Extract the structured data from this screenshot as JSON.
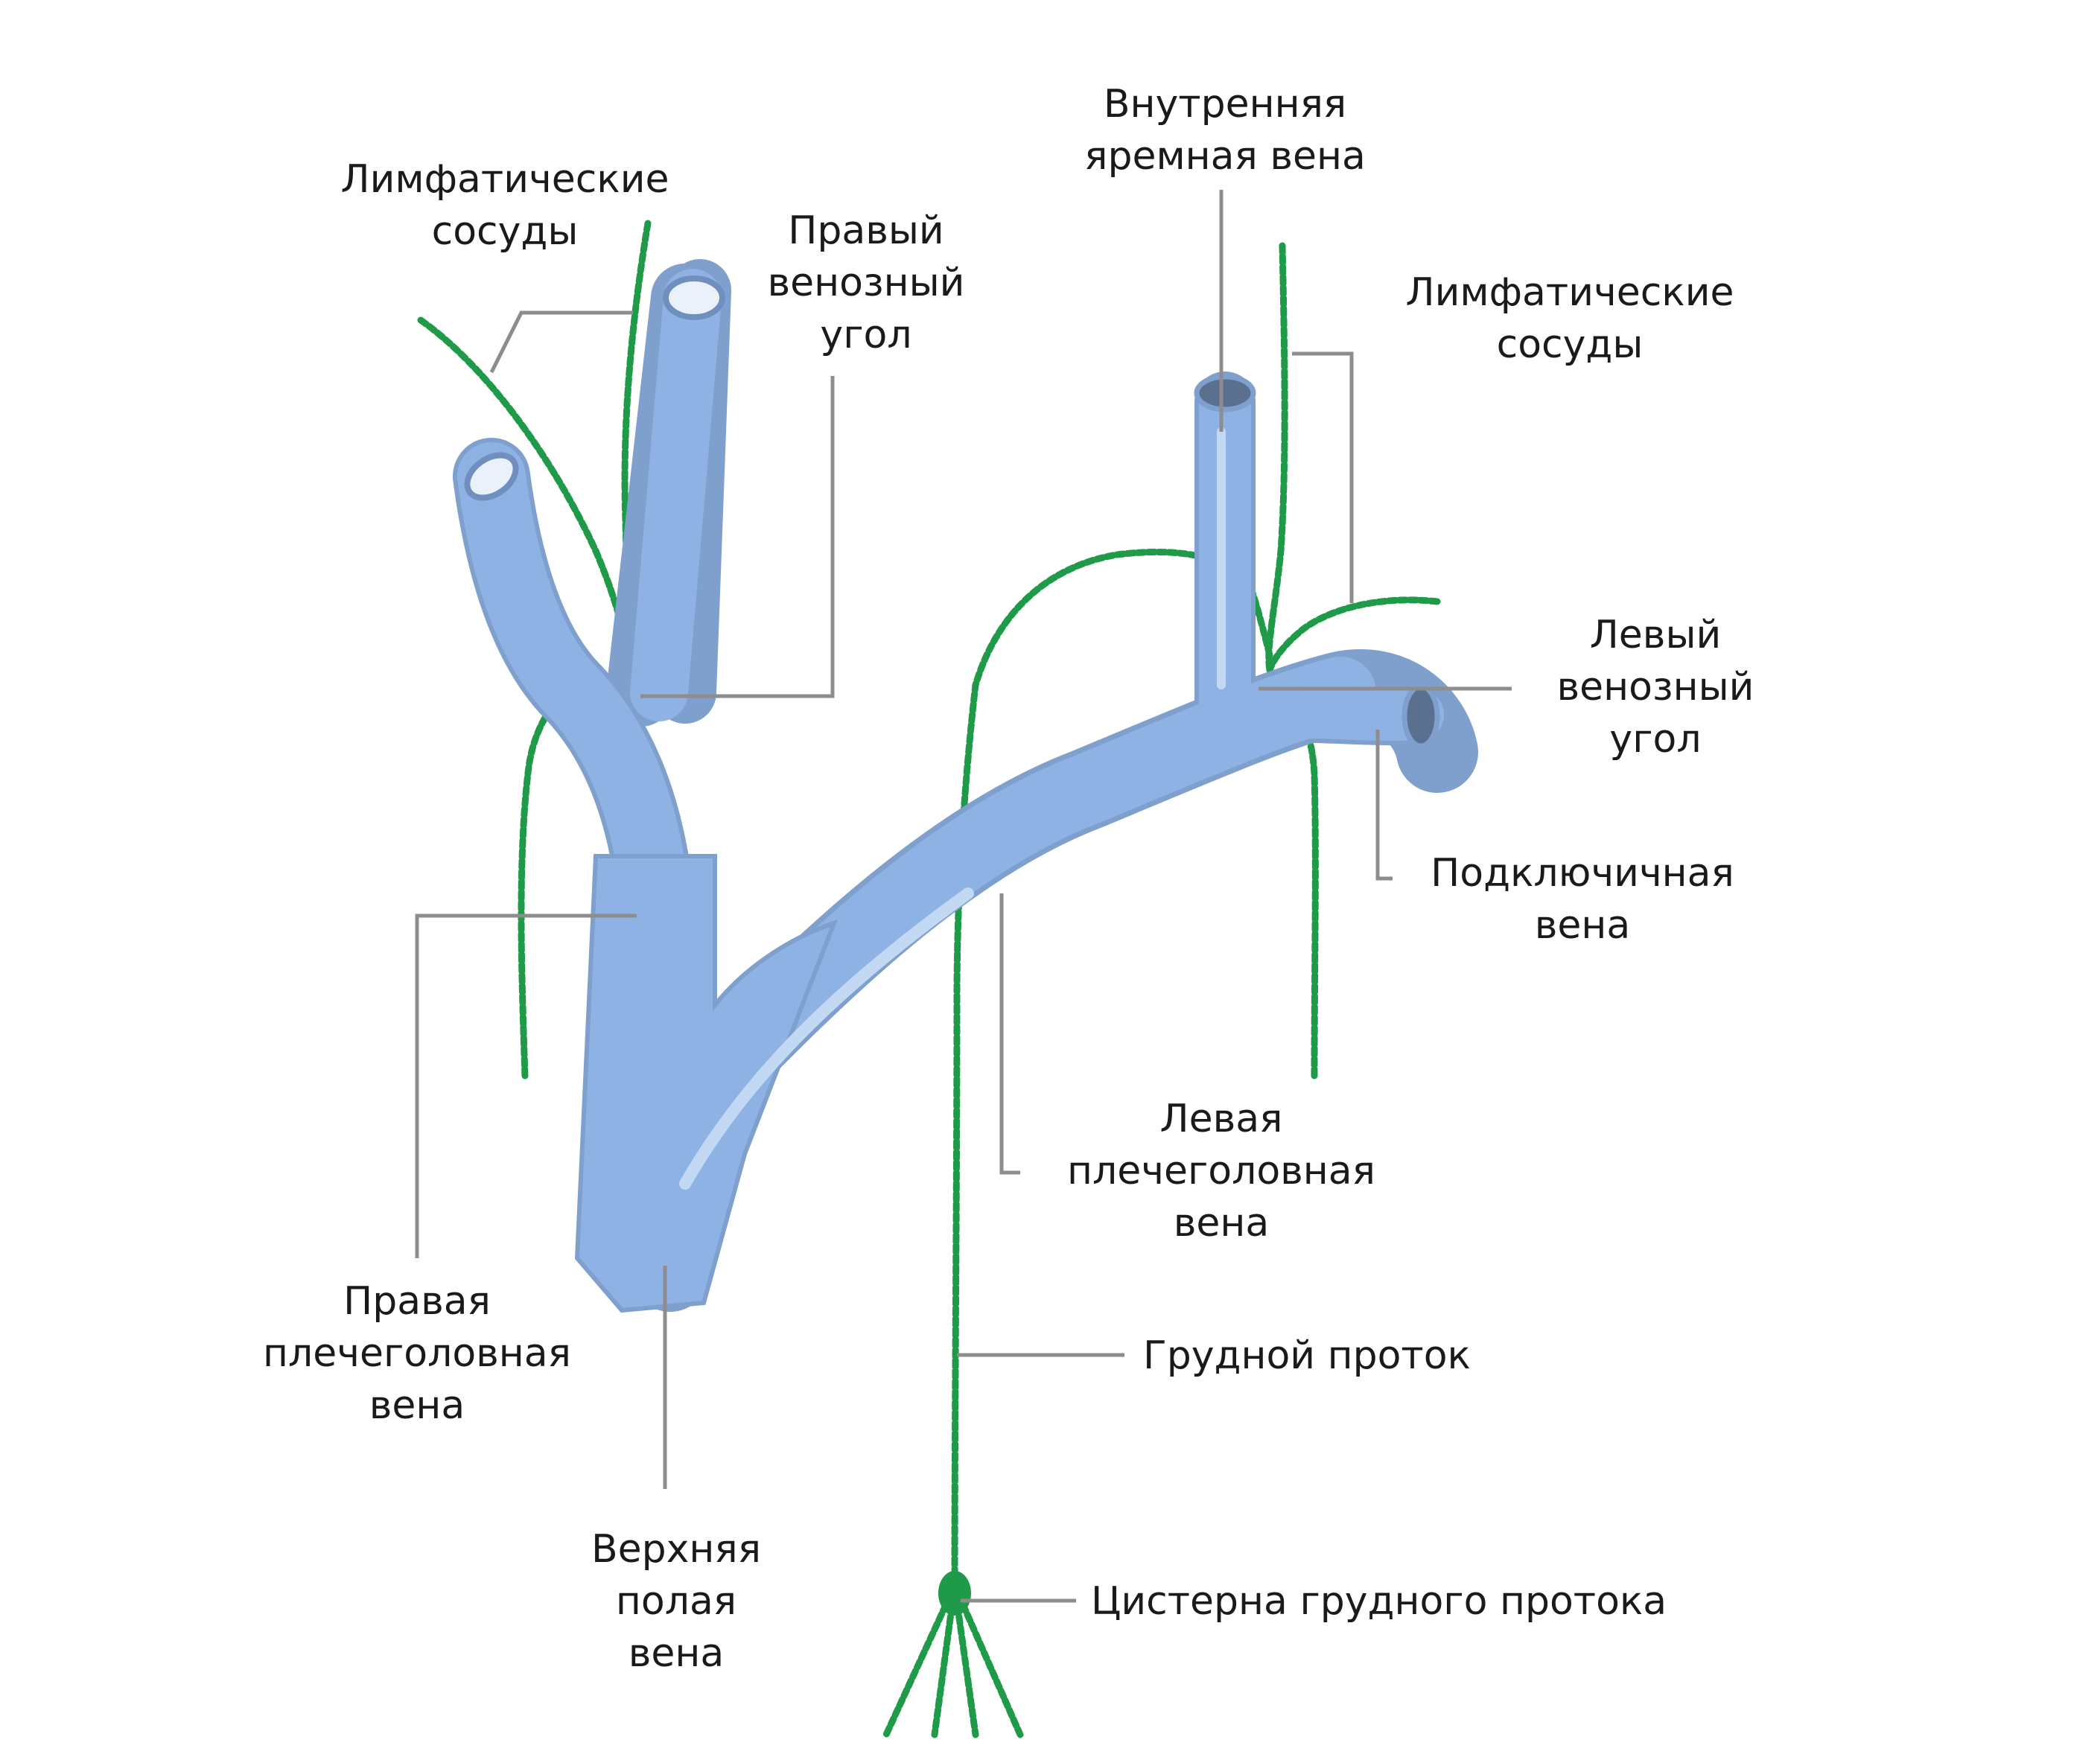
{
  "labels": {
    "lymph_vessels_left": [
      "Лимфатические",
      "сосуды"
    ],
    "right_venous_angle": [
      "Правый",
      "венозный",
      "угол"
    ],
    "internal_jugular_vein": [
      "Внутренняя",
      "яремная вена"
    ],
    "lymph_vessels_right": [
      "Лимфатические",
      "сосуды"
    ],
    "left_venous_angle": [
      "Левый",
      "венозный",
      "угол"
    ],
    "subclavian_vein": [
      "Подключичная",
      "вена"
    ],
    "left_brachiocephalic_vein": [
      "Левая",
      "плечеголовная",
      "вена"
    ],
    "thoracic_duct": [
      "Грудной проток"
    ],
    "cisterna_chyli": [
      "Цистерна грудного протока"
    ],
    "right_brachiocephalic_vein": [
      "Правая",
      "плечеголовная",
      "вена"
    ],
    "superior_vena_cava": [
      "Верхняя",
      "полая",
      "вена"
    ]
  },
  "colors": {
    "vein": "#8fb2e4",
    "vein_edge": "#7f9fcc",
    "lymph": "#1e9a48",
    "leader": "#8d8d8d",
    "text": "#1a1a1a"
  }
}
